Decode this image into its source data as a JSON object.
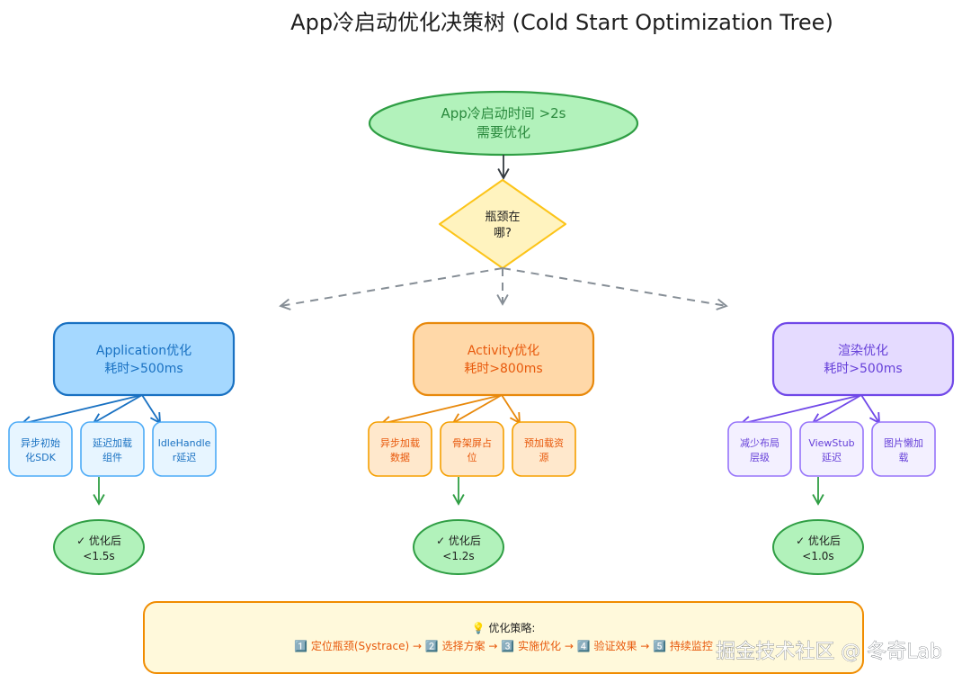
{
  "title": "App冷启动优化决策树 (Cold Start Optimization Tree)",
  "root": {
    "line1": "App冷启动时间 >2s",
    "line2": "需要优化"
  },
  "decision": {
    "line1": "瓶颈在",
    "line2": "哪?"
  },
  "colors": {
    "blue_fill": "#a5d8ff",
    "blue_stroke": "#1971c2",
    "blue_text": "#1971c2",
    "blue_light_fill": "#e7f5ff",
    "blue_light_stroke": "#4dabf7",
    "orange_fill": "#ffd8a8",
    "orange_stroke": "#e8890c",
    "orange_text": "#e8590c",
    "orange_light_fill": "#fff0e0",
    "orange_light_stroke": "#f59f00",
    "purple_fill": "#e5dbff",
    "purple_stroke": "#7048e8",
    "purple_text": "#6741d9",
    "purple_light_fill": "#f3f0ff",
    "purple_light_stroke": "#9775fa",
    "green_fill": "#b2f2bb",
    "green_stroke": "#2f9e44",
    "green_text": "#2b8a3e",
    "yellow_fill": "#fff3bf",
    "yellow_stroke": "#fcc419",
    "strategy_fill": "#fff9db",
    "strategy_stroke": "#f08c00",
    "strategy_text": "#e8590c",
    "gray_arrow": "#868e96"
  },
  "branches": [
    {
      "id": "application",
      "color": "blue",
      "line1": "Application优化",
      "line2": "耗时>500ms",
      "children": [
        [
          "异步初始",
          "化SDK"
        ],
        [
          "延迟加载",
          "组件"
        ],
        [
          "IdleHandle",
          "r延迟"
        ]
      ],
      "result": {
        "line1": "✓ 优化后",
        "line2": "<1.5s"
      }
    },
    {
      "id": "activity",
      "color": "orange",
      "line1": "Activity优化",
      "line2": "耗时>800ms",
      "children": [
        [
          "异步加载",
          "数据"
        ],
        [
          "骨架屏占",
          "位"
        ],
        [
          "预加载资",
          "源"
        ]
      ],
      "result": {
        "line1": "✓ 优化后",
        "line2": "<1.2s"
      }
    },
    {
      "id": "render",
      "color": "purple",
      "line1": "渲染优化",
      "line2": "耗时>500ms",
      "children": [
        [
          "减少布局",
          "层级"
        ],
        [
          "ViewStub",
          "延迟"
        ],
        [
          "图片懒加",
          "载"
        ]
      ],
      "result": {
        "line1": "✓ 优化后",
        "line2": "<1.0s"
      }
    }
  ],
  "strategy": {
    "header": "💡 优化策略:",
    "steps": "1️⃣ 定位瓶颈(Systrace) → 2️⃣ 选择方案 → 3️⃣ 实施优化 → 4️⃣ 验证效果 → 5️⃣ 持续监控"
  },
  "watermark": "掘金技术社区 @ 冬奇Lab"
}
